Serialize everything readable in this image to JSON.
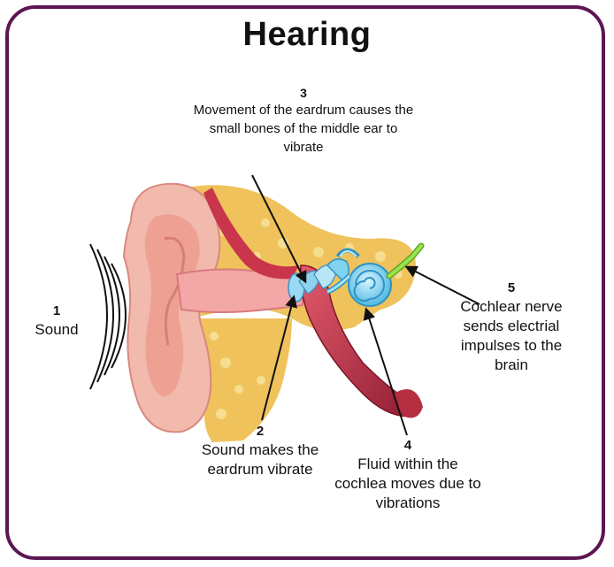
{
  "title": "Hearing",
  "labels": [
    {
      "number": "1",
      "text": "Sound"
    },
    {
      "number": "2",
      "text": "Sound makes the eardrum vibrate"
    },
    {
      "number": "3",
      "text": "Movement of the eardrum causes the small bones of the middle ear to vibrate"
    },
    {
      "number": "4",
      "text": "Fluid within the cochlea moves due to vibrations"
    },
    {
      "number": "5",
      "text": "Cochlear nerve sends electrial impulses to the brain"
    }
  ],
  "colors": {
    "frame": "#5b1653",
    "outer_ear": "#f2b9ad",
    "fat_tissue": "#efc25c",
    "canal": "#c9364c",
    "cochlea": "#7fd3ee",
    "nerve": "#8fd63b",
    "arrow": "#111111"
  }
}
